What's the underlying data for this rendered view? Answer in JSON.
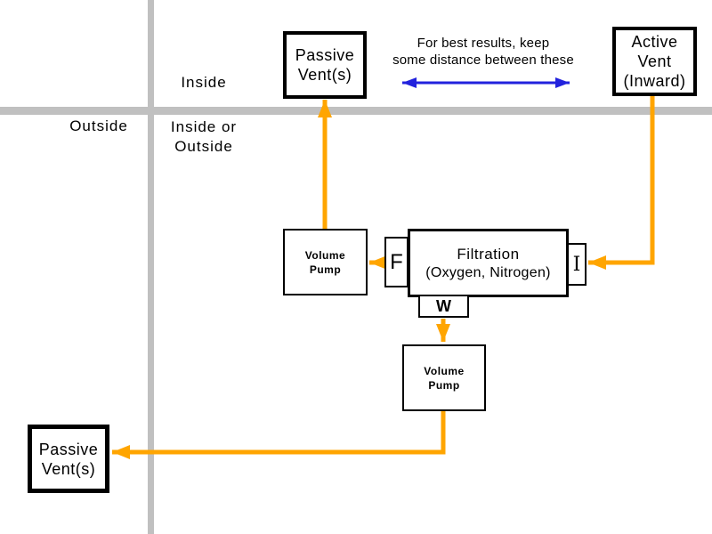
{
  "colors": {
    "flow_arrow": "#FFA500",
    "note_arrow": "#2222DD",
    "wall": "#C0C0C0",
    "box_border": "#000000",
    "background": "#FFFFFF"
  },
  "regions": {
    "inside": "Inside",
    "outside": "Outside",
    "inside_or_outside": "Inside or Outside"
  },
  "note": {
    "line1": "For best results, keep",
    "line2": "some distance between these"
  },
  "boxes": {
    "passive_vent_top": {
      "lines": [
        "Passive",
        "Vent(s)"
      ]
    },
    "active_vent": {
      "lines": [
        "Active",
        "Vent",
        "(Inward)"
      ]
    },
    "volume_pump_1": {
      "lines": [
        "Volume",
        "Pump"
      ]
    },
    "filtration": {
      "title": "Filtration",
      "subtitle": "(Oxygen, Nitrogen)"
    },
    "port_f": "F",
    "port_i": "I",
    "port_w": "W",
    "volume_pump_2": {
      "lines": [
        "Volume",
        "Pump"
      ]
    },
    "passive_vent_bottom": {
      "lines": [
        "Passive",
        "Vent(s)"
      ]
    }
  }
}
